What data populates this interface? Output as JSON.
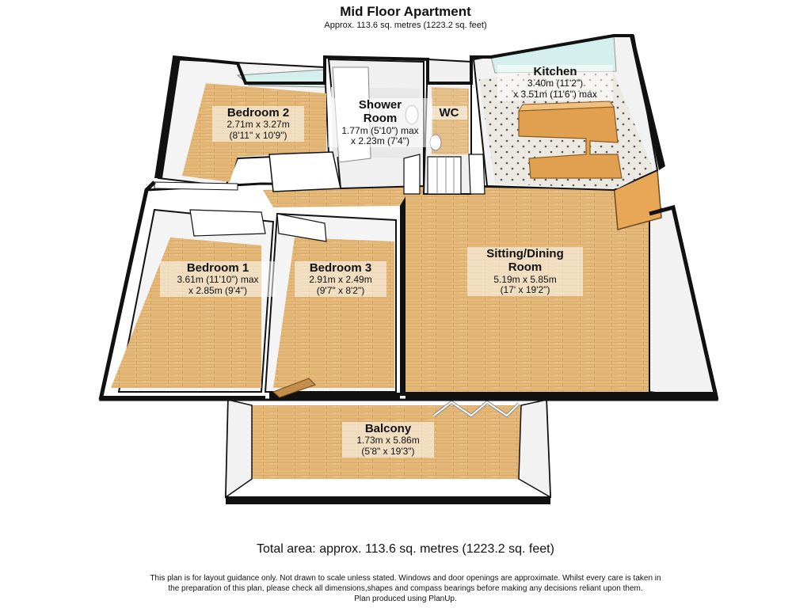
{
  "header": {
    "title": "Mid Floor Apartment",
    "subtitle": "Approx. 113.6 sq. metres (1223.2 sq. feet)"
  },
  "rooms": {
    "kitchen": {
      "name": "Kitchen",
      "dim1": "3.40m (11'2\")",
      "dim2": "x 3.51m (11'6\") max"
    },
    "bedroom2": {
      "name": "Bedroom 2",
      "dim1": "2.71m x 3.27m",
      "dim2": "(8'11\" x 10'9\")"
    },
    "shower": {
      "name": "Shower",
      "name2": "Room",
      "dim1": "1.77m (5'10\") max",
      "dim2": "x 2.23m (7'4\")"
    },
    "wc": {
      "name": "WC"
    },
    "bedroom1": {
      "name": "Bedroom 1",
      "dim1": "3.61m (11'10\") max",
      "dim2": "x 2.85m (9'4\")"
    },
    "bedroom3": {
      "name": "Bedroom 3",
      "dim1": "2.91m x 2.49m",
      "dim2": "(9'7\" x 8'2\")"
    },
    "sitting": {
      "name": "Sitting/Dining",
      "name2": "Room",
      "dim1": "5.19m x 5.85m",
      "dim2": "(17' x 19'2\")"
    },
    "balcony": {
      "name": "Balcony",
      "dim1": "1.73m x 5.86m",
      "dim2": "(5'8\" x 19'3\")"
    }
  },
  "footer": {
    "total": "Total area: approx. 113.6 sq. metres (1223.2 sq. feet)",
    "line1": "This plan is for layout guidance only. Not drawn to scale unless stated. Windows and door openings are approximate. Whilst every care is taken in",
    "line2": "the preparation of this plan, please check all dimensions,shapes and compass bearings before making any decisions reliant upon them.",
    "line3": "Plan produced using PlanUp."
  },
  "colors": {
    "floor_wood": "#e3b879",
    "tile": "#ece9e3",
    "wall": "#ffffff",
    "wall_edge": "#111111",
    "counter": "#e0a050",
    "glass": "#d5efec"
  }
}
